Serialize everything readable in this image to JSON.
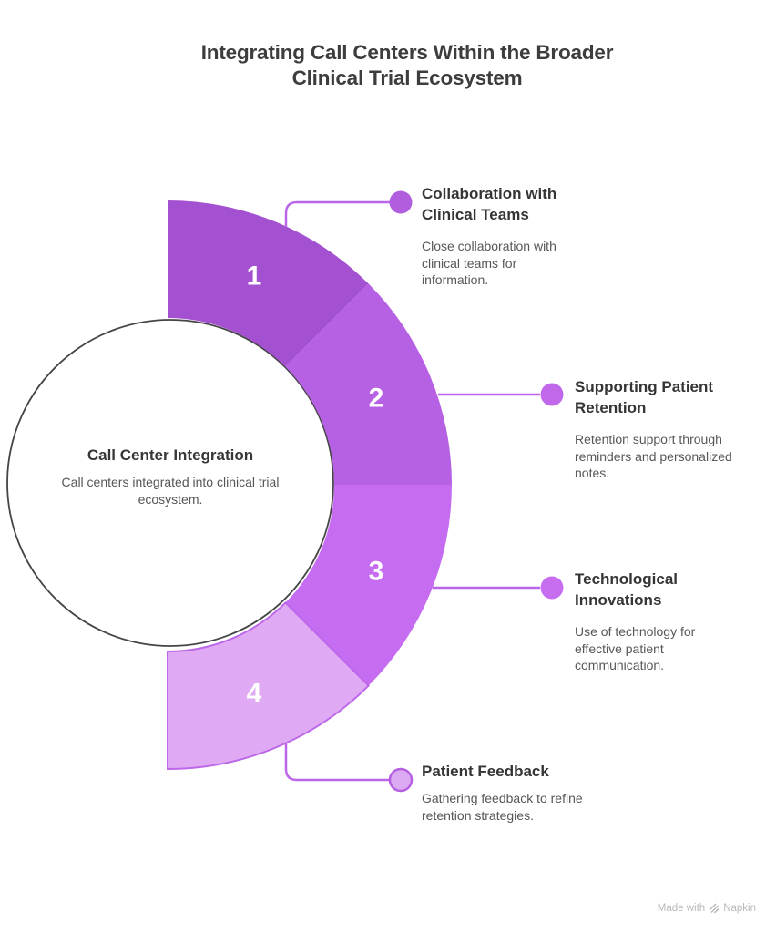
{
  "title": {
    "line1": "Integrating Call Centers Within the Broader",
    "line2": "Clinical Trial Ecosystem"
  },
  "center": {
    "title": "Call Center Integration",
    "description": "Call centers integrated into clinical trial ecosystem."
  },
  "segments": [
    {
      "number": "1",
      "color": "#a351d0",
      "dot_color": "#b15ede",
      "label": "Collaboration with Clinical Teams",
      "description": "Close collaboration with clinical teams for information."
    },
    {
      "number": "2",
      "color": "#b661e4",
      "dot_color": "#c168ea",
      "label": "Supporting Patient Retention",
      "description": "Retention support through reminders and personalized notes."
    },
    {
      "number": "3",
      "color": "#c56cf0",
      "dot_color": "#c76df0",
      "label": "Technological Innovations",
      "description": "Use of technology for effective patient communication."
    },
    {
      "number": "4",
      "color": "#dfa9f4",
      "dot_color": "#dcaaf2",
      "label": "Patient Feedback",
      "description": "Gathering feedback to refine retention strategies."
    }
  ],
  "colors": {
    "segment4_stroke": "#bc68e8",
    "connector_line": "#bb66e8",
    "dot4_stroke": "#b560e2",
    "center_circle_stroke": "#454545",
    "title_text": "#3d3d3d",
    "body_text": "#575757",
    "number_text": "#ffffff"
  },
  "watermark": {
    "prefix": "Made with",
    "brand": "Napkin"
  }
}
